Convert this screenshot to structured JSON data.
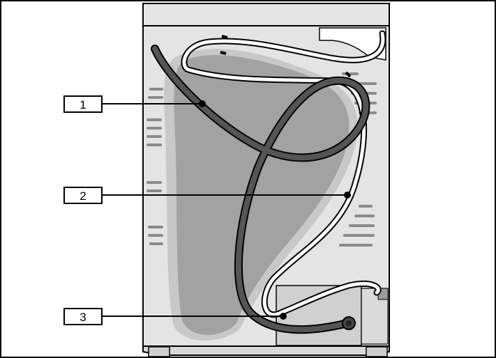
{
  "callouts": [
    {
      "label": "1"
    },
    {
      "label": "2"
    },
    {
      "label": "3"
    }
  ],
  "colors": {
    "outline": "#000000",
    "panel": "#e4e4e4",
    "body_shadow": "#c6c6c6",
    "drum_shape": "#a0a0a0",
    "dark_hose": "#555555",
    "light_hose": "#ffffff",
    "vent_slots": "#8a8a8a"
  }
}
